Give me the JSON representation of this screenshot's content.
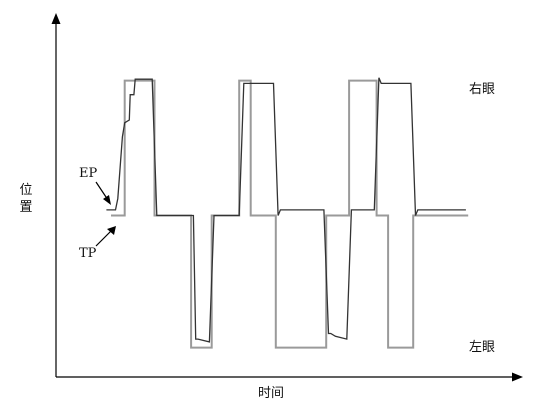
{
  "chart_data": {
    "type": "line",
    "title": "",
    "xlabel": "时间",
    "ylabel": "位置",
    "xlim": [
      0,
      100
    ],
    "ylim": [
      0,
      1
    ],
    "grid": false,
    "legend": "none",
    "annotations": {
      "top": "右眼",
      "bottom": "左眼",
      "ep": "EP",
      "tp": "TP"
    },
    "series": [
      {
        "name": "TP",
        "color": "#9a9a9a",
        "x": [
          12,
          15,
          15,
          21.5,
          21.5,
          29.5,
          29.5,
          34,
          34,
          40,
          40,
          42.5,
          42.5,
          48,
          48,
          59,
          59,
          64,
          64,
          70,
          70,
          72.5,
          72.5,
          78,
          78,
          90
        ],
        "y": [
          0.5,
          0.5,
          0.98,
          0.98,
          0.5,
          0.5,
          0.03,
          0.03,
          0.5,
          0.5,
          0.98,
          0.98,
          0.5,
          0.5,
          0.03,
          0.03,
          0.5,
          0.5,
          0.98,
          0.98,
          0.5,
          0.5,
          0.03,
          0.03,
          0.5,
          0.5
        ]
      },
      {
        "name": "EP",
        "color": "#333333",
        "x": [
          11,
          13,
          13.5,
          14,
          14.5,
          15,
          16,
          16.2,
          17,
          17.3,
          21,
          22,
          22.5,
          29,
          30,
          30.5,
          31,
          33.5,
          34.5,
          35,
          40,
          41,
          41.5,
          47.5,
          48.5,
          49,
          50,
          58.5,
          59.5,
          60,
          61,
          63.5,
          64.5,
          65,
          69.5,
          70.5,
          71,
          72,
          77.5,
          78.5,
          79,
          80,
          89.5
        ],
        "y": [
          0.52,
          0.52,
          0.56,
          0.67,
          0.78,
          0.83,
          0.84,
          0.93,
          0.93,
          0.985,
          0.985,
          0.5,
          0.5,
          0.5,
          0.5,
          0.06,
          0.06,
          0.05,
          0.5,
          0.5,
          0.5,
          0.97,
          0.97,
          0.97,
          0.5,
          0.52,
          0.52,
          0.52,
          0.08,
          0.08,
          0.07,
          0.06,
          0.52,
          0.52,
          0.52,
          0.99,
          0.97,
          0.97,
          0.97,
          0.5,
          0.52,
          0.52,
          0.52
        ]
      }
    ]
  }
}
